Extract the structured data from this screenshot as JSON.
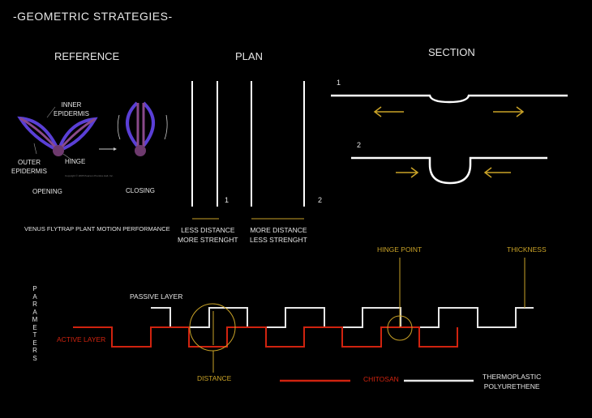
{
  "title": "-GEOMETRIC STRATEGIES-",
  "reference": {
    "heading": "REFERENCE",
    "inner_epidermis": [
      "INNER",
      "EPIDERMIS"
    ],
    "outer_epidermis": [
      "OUTER",
      "EPIDERMIS"
    ],
    "hinge": "HINGE",
    "copyright": "Copyright © 2005 Pearson Prentice Hall, Inc.",
    "opening": "OPENING",
    "closing": "CLOSING",
    "caption": "VENUS FLYTRAP PLANT MOTION PERFORMANCE"
  },
  "plan": {
    "heading": "PLAN",
    "label_1": "1",
    "label_2": "2",
    "note_1": [
      "LESS DISTANCE",
      "MORE STRENGHT"
    ],
    "note_2": [
      "MORE DISTANCE",
      "LESS STRENGHT"
    ]
  },
  "section": {
    "heading": "SECTION",
    "label_1": "1",
    "label_2": "2"
  },
  "parameters": {
    "side_label": "PARAMETERS",
    "passive_layer": "PASSIVE LAYER",
    "active_layer": "ACTIVE LAYER",
    "hinge_point": "HINGE POINT",
    "thickness": "THICKNESS",
    "distance": "DISTANCE",
    "legend": {
      "chitosan": "CHITOSAN",
      "tpu": [
        "THERMOPLASTIC",
        "POLYURETHENE"
      ]
    }
  },
  "colors": {
    "active": "#d0230f",
    "passive": "#e6e6e6",
    "accent": "#c9a227",
    "leaf_outer": "#5a3fd6",
    "leaf_inner": "#8a4a8a"
  }
}
